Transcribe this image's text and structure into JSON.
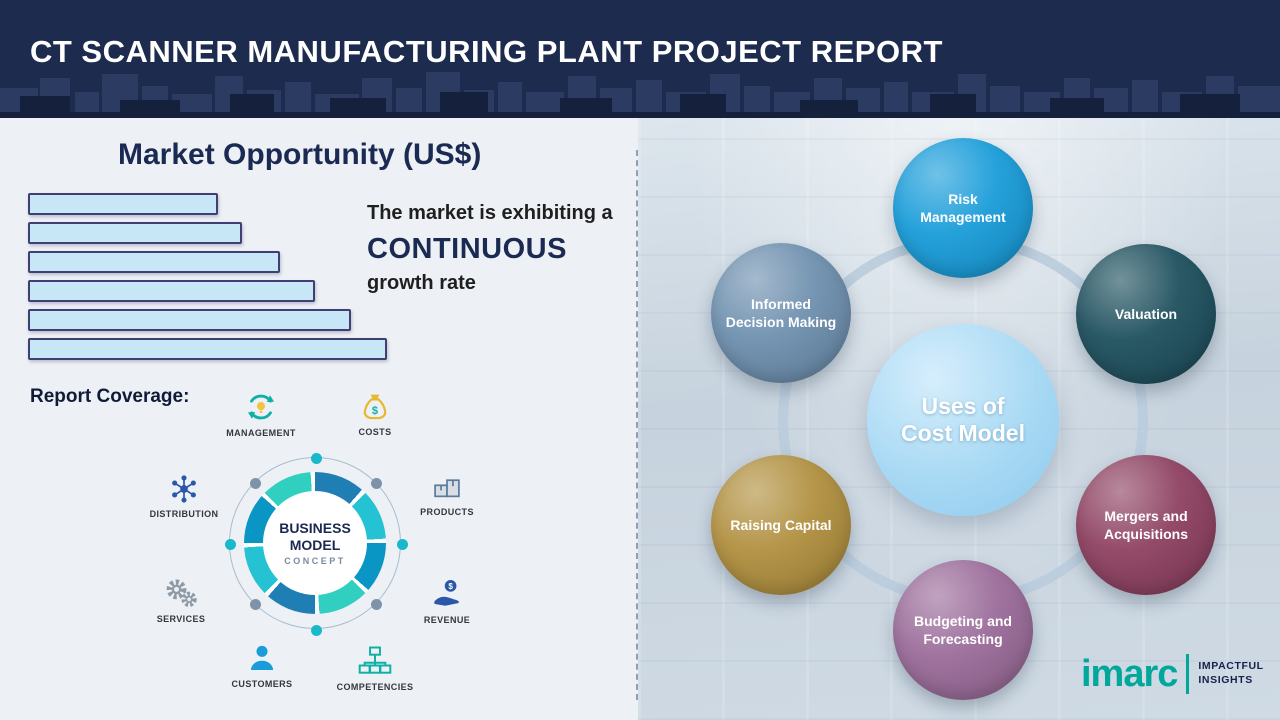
{
  "header": {
    "title": "CT SCANNER MANUFACTURING PLANT PROJECT REPORT"
  },
  "market": {
    "title": "Market Opportunity (US$)",
    "note_line1": "The market is exhibiting a",
    "note_emphasis": "CONTINUOUS",
    "note_line3": "growth rate"
  },
  "report_coverage": {
    "label": "Report Coverage:"
  },
  "chart_data": {
    "type": "bar",
    "orientation": "horizontal",
    "title": "Market Opportunity (US$)",
    "note": "six unlabeled bars of increasing length (relative px widths estimated from pixels)",
    "values": [
      190,
      214,
      252,
      287,
      323,
      359
    ],
    "bar_fill": "#c7e6f6",
    "bar_border": "#3f3f74"
  },
  "business_model": {
    "center_line1": "BUSINESS",
    "center_line2": "MODEL",
    "center_line3": "CONCEPT",
    "items": [
      {
        "label": "MANAGEMENT",
        "icon": "management-recycle-bulb-icon"
      },
      {
        "label": "COSTS",
        "icon": "money-bag-icon"
      },
      {
        "label": "DISTRIBUTION",
        "icon": "network-nodes-icon"
      },
      {
        "label": "PRODUCTS",
        "icon": "boxes-icon"
      },
      {
        "label": "SERVICES",
        "icon": "gears-icon"
      },
      {
        "label": "REVENUE",
        "icon": "hand-coin-icon"
      },
      {
        "label": "CUSTOMERS",
        "icon": "person-icon"
      },
      {
        "label": "COMPETENCIES",
        "icon": "org-chart-icon"
      }
    ]
  },
  "cost_model": {
    "center_line1": "Uses of",
    "center_line2": "Cost Model",
    "center_color": "#a8d9f4",
    "items": [
      {
        "label": "Risk Management",
        "color": "#189cd9"
      },
      {
        "label": "Valuation",
        "color": "#1d4f5d"
      },
      {
        "label": "Mergers and Acquisitions",
        "color": "#8d4060"
      },
      {
        "label": "Budgeting and Forecasting",
        "color": "#9a6b99"
      },
      {
        "label": "Raising Capital",
        "color": "#b08f3e"
      },
      {
        "label": "Informed Decision Making",
        "color": "#6d8fae"
      }
    ]
  },
  "logo": {
    "name": "imarc",
    "tagline1": "IMPACTFUL",
    "tagline2": "INSIGHTS",
    "color": "#00a79b"
  },
  "colors": {
    "header_bg": "#1d2b4e",
    "accent_navy": "#1b2a52",
    "left_panel_bg": "#edf1f5",
    "ring": "#baccdc"
  }
}
